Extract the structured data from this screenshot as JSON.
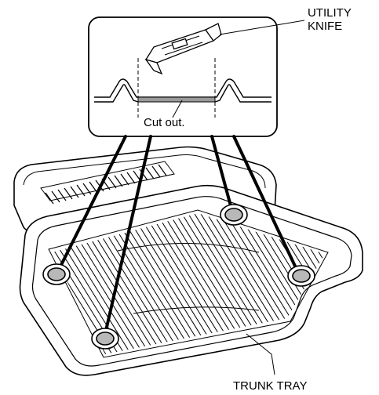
{
  "labels": {
    "knife_line1": "UTILITY",
    "knife_line2": "KNIFE",
    "cut_out": "Cut out.",
    "tray": "TRUNK TRAY"
  },
  "colors": {
    "ink": "#000000",
    "paper": "#ffffff",
    "cut_strip": "#9a9a9a",
    "pad_fill": "#b8b8b8"
  },
  "icons": {
    "knife": "utility-knife-icon"
  }
}
